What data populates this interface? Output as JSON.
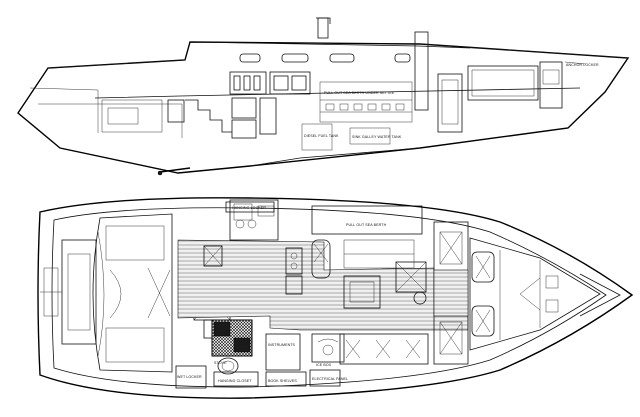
{
  "profile_labels": {
    "anchor_locker": "ANCHOR LOCKER",
    "pull_out_berth": "PULL OUT SEA BERTH UNDER SETTEE",
    "sink_galley_water_tank": "SINK GALLEY WATER TANK",
    "diesel_fuel_tank": "DIESEL FUEL TANK"
  },
  "plan_labels": {
    "hanging_locker": "HANGING LOCKER",
    "pull_out_sea_berth": "PULL OUT SEA BERTH",
    "book_shelves": "BOOK SHELVES",
    "electrical_panel": "ELECTRICAL PANEL",
    "hanging_closet": "HANGING CLOSET",
    "wet_locker": "WET LOCKER",
    "ice_box": "ICE BOX",
    "instruments": "INSTRUMENTS",
    "stove": "STOVE"
  }
}
